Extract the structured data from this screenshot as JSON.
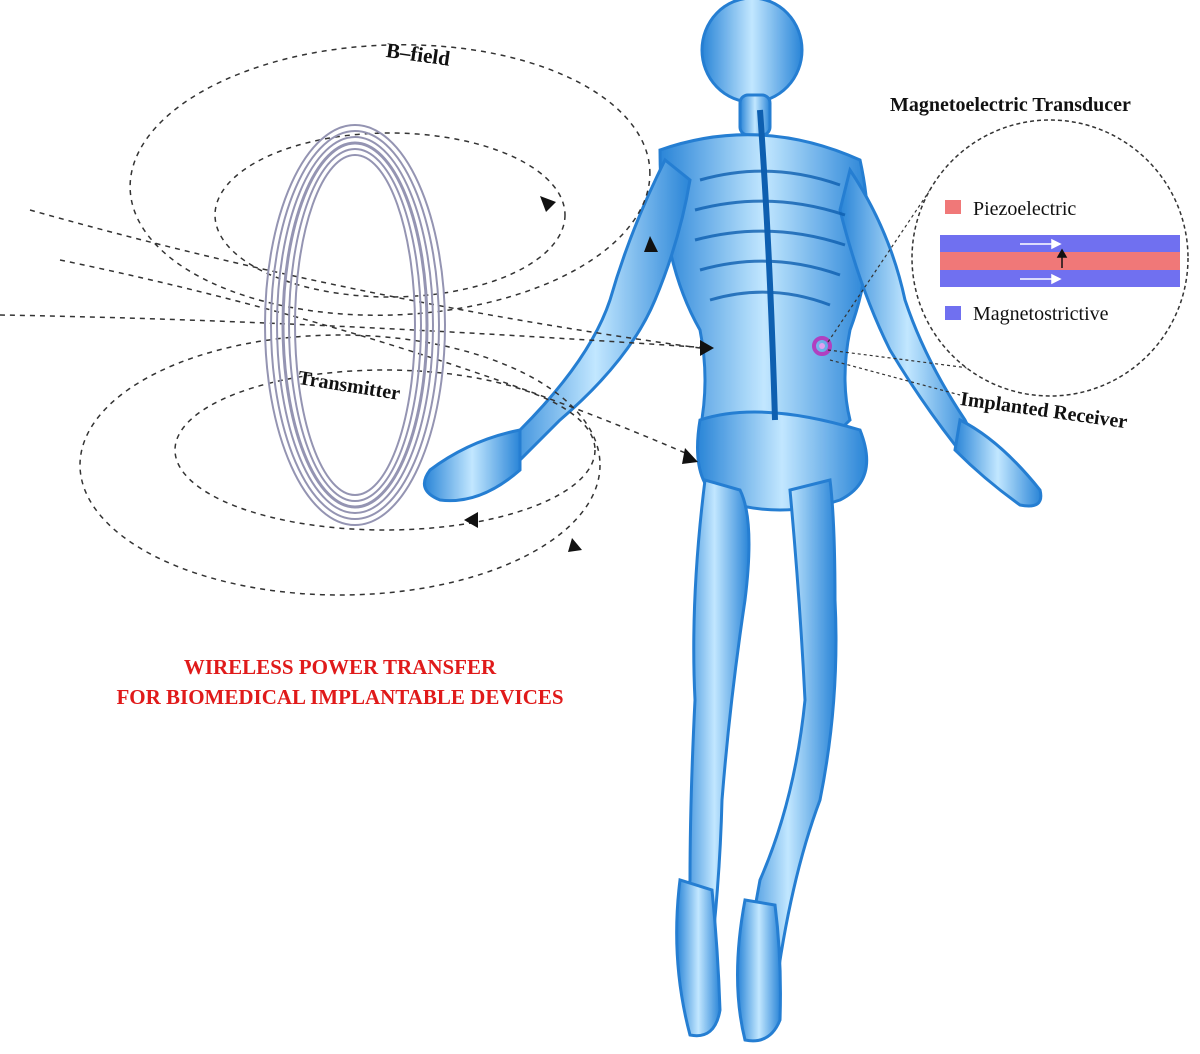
{
  "labels": {
    "bfield": "B–field",
    "transmitter": "Transmitter",
    "transducer": "Magnetoelectric Transducer",
    "receiver": "Implanted Receiver",
    "piezoelectric": "Piezoelectric",
    "magnetostrictive": "Magnetostrictive"
  },
  "title": {
    "line1": "WIRELESS POWER TRANSFER",
    "line2": "FOR BIOMEDICAL IMPLANTABLE DEVICES"
  },
  "colors": {
    "title_red": "#e01a1a",
    "coil": "#8c8ca8",
    "body_blue": "#2a8fe0",
    "body_light": "#9fd6ff",
    "piezo_red": "#f07878",
    "magneto_blue": "#7070f0",
    "receiver_purple": "#b040c0",
    "field_line": "#333333"
  },
  "icons": [
    "transmitter-coil-icon",
    "human-skeleton-icon",
    "implanted-receiver-icon"
  ]
}
